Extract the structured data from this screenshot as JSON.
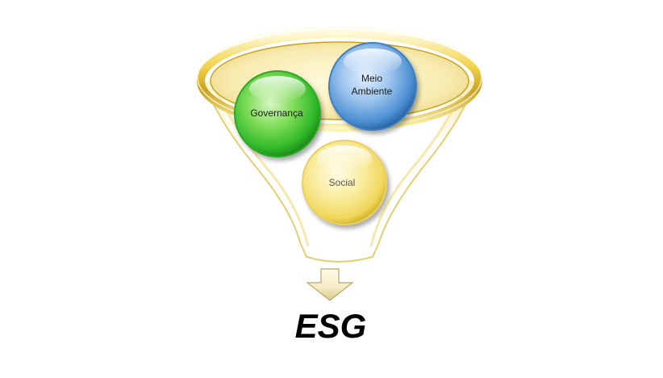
{
  "diagram": {
    "circles": [
      {
        "id": "governanca",
        "lines": [
          "Governança"
        ],
        "color": "#3cc43a"
      },
      {
        "id": "meio-ambiente",
        "lines": [
          "Meio",
          "Ambiente"
        ],
        "color": "#4f95d8"
      },
      {
        "id": "social",
        "lines": [
          "Social"
        ],
        "color": "#f3dc6a"
      }
    ],
    "funnel_color": "#f2d24a",
    "arrow": "down-arrow-icon",
    "result": "ESG"
  }
}
